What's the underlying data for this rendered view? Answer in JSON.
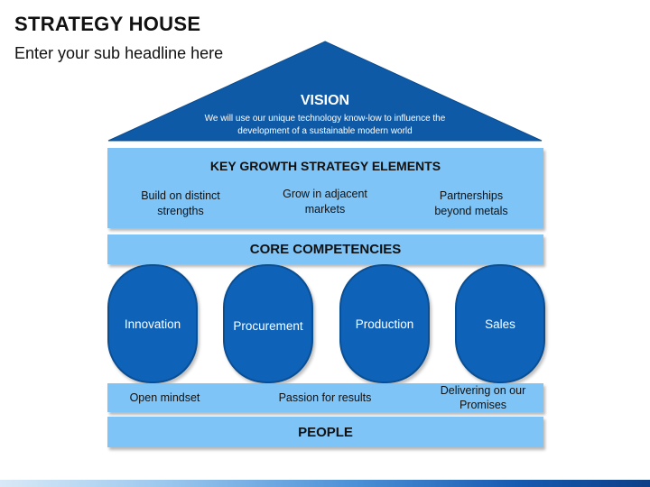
{
  "slide": {
    "title": "STRATEGY HOUSE",
    "subtitle": "Enter your sub headline here"
  },
  "vision": {
    "title": "VISION",
    "description_line1": "We will use our unique technology know-low to influence the",
    "description_line2": "development of a sustainable modern world"
  },
  "growth": {
    "title": "KEY GROWTH STRATEGY ELEMENTS",
    "elements": [
      {
        "line1": "Build on distinct",
        "line2": "strengths"
      },
      {
        "line1": "Grow in adjacent",
        "line2": "markets"
      },
      {
        "line1": "Partnerships",
        "line2": "beyond metals"
      }
    ]
  },
  "core": {
    "title": "CORE COMPETENCIES",
    "pillars": [
      "Innovation",
      "Procurement",
      "Production",
      "Sales"
    ]
  },
  "values": {
    "items": [
      {
        "line1": "Open mindset",
        "line2": ""
      },
      {
        "line1": "Passion for results",
        "line2": ""
      },
      {
        "line1": "Delivering on our",
        "line2": "Promises"
      }
    ]
  },
  "people": {
    "title": "PEOPLE"
  },
  "colors": {
    "roof": "#0e5aa7",
    "band": "#7fc4f7",
    "pillar": "#0e63b8"
  }
}
